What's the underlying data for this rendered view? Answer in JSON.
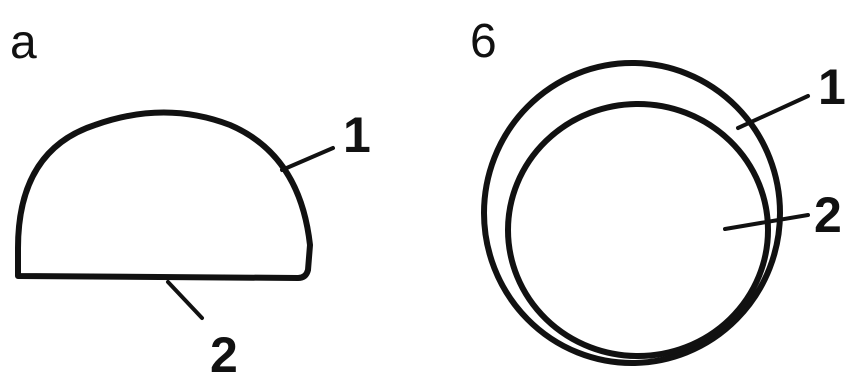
{
  "panels": [
    {
      "label": "a",
      "callouts": [
        "1",
        "2"
      ]
    },
    {
      "label": "6",
      "callouts": [
        "1",
        "2"
      ]
    }
  ],
  "colors": {
    "ink": "#111111",
    "background": "#ffffff"
  }
}
